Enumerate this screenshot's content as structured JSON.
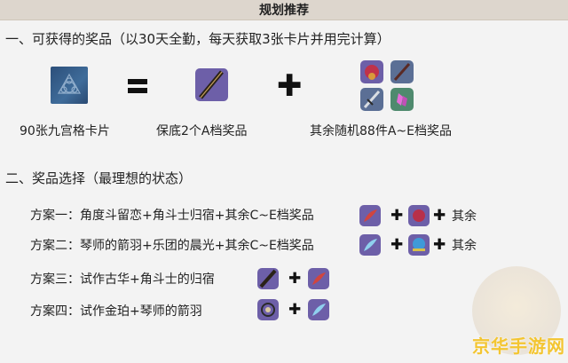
{
  "header": {
    "title": "规划推荐"
  },
  "section1": {
    "title": "一、可获得的奖品（以30天全勤，每天获取3张卡片并用完计算）",
    "items": [
      {
        "label": "90张九宫格卡片",
        "icon": "nine-grid-card-icon"
      },
      {
        "operator": "="
      },
      {
        "label": "保底2个A档奖品",
        "icon": "weapon-icon"
      },
      {
        "operator": "+"
      },
      {
        "label": "其余随机88件A~E档奖品",
        "icons": [
          "artifact-flower-icon",
          "sword-icon",
          "sword-icon",
          "crystal-icon"
        ]
      }
    ]
  },
  "section2": {
    "title": "二、奖品选择（最理想的状态）",
    "plans": [
      {
        "text": "方案一：角度斗留恋+角斗士归宿+其余C~E档奖品",
        "rest": "其余"
      },
      {
        "text": "方案二：琴师的箭羽+乐团的晨光+其余C~E档奖品",
        "rest": "其余"
      },
      {
        "text": "方案三：试作古华+角斗士的归宿"
      },
      {
        "text": "方案四：试作金珀+琴师的箭羽"
      }
    ]
  },
  "watermark": "京华手游网",
  "colors": {
    "header_bg": "#ddd6cd",
    "icon_purple": "#6d5fa8",
    "watermark": "#f3c531"
  }
}
